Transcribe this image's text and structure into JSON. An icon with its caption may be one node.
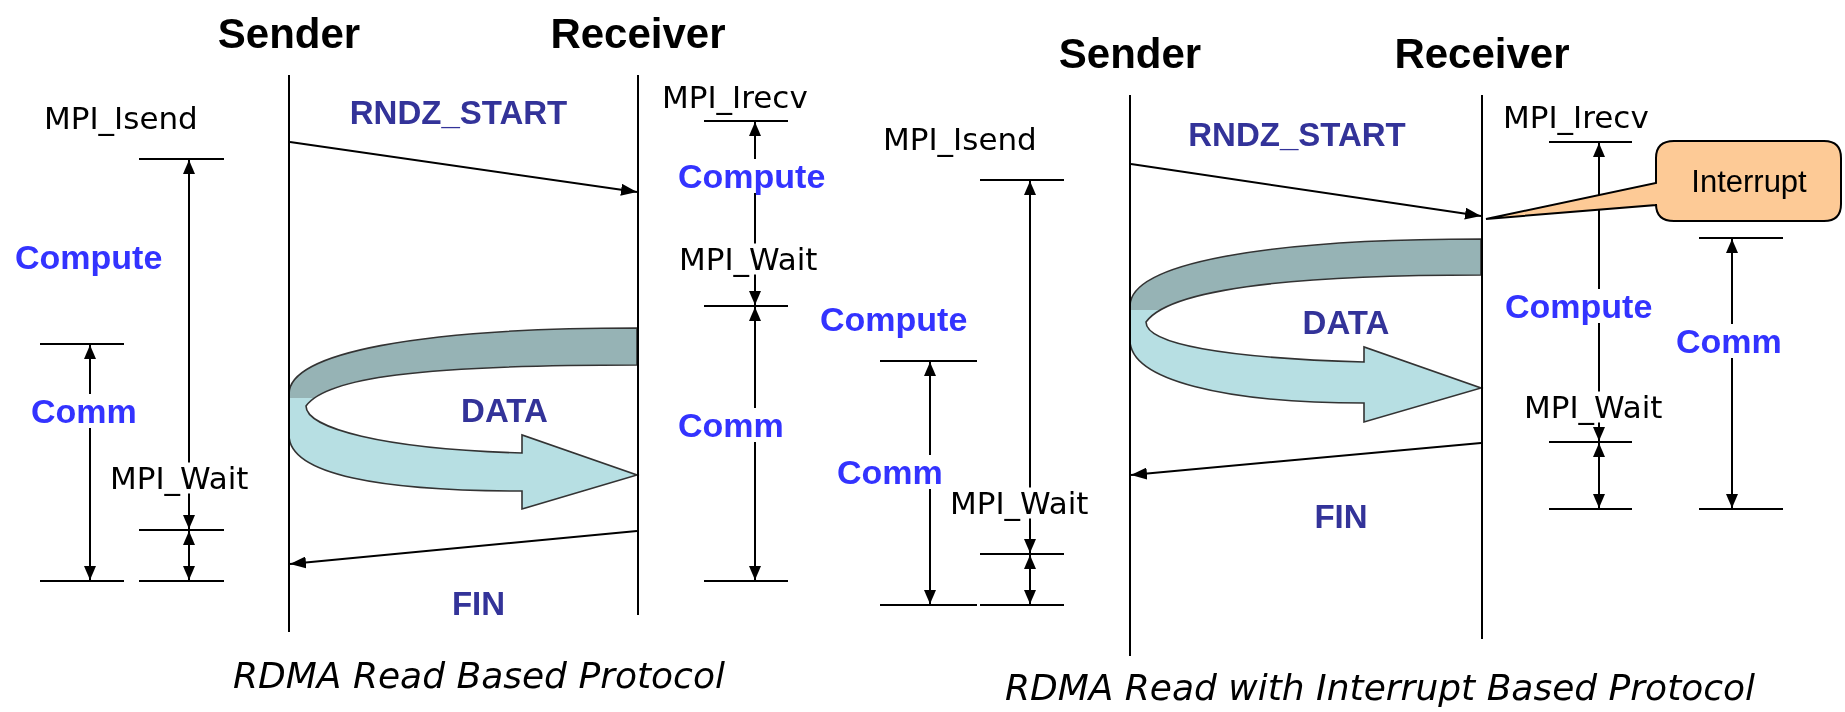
{
  "diagram": {
    "nodes": [
      {
        "text": [
          "Sender"
        ]
      },
      {
        "text": [
          "Receiver"
        ]
      },
      {
        "text": [
          "Sender"
        ]
      },
      {
        "text": [
          "Receiver"
        ]
      },
      {
        "text": [
          "Interrupt"
        ]
      }
    ],
    "edges": [
      {
        "from": 0,
        "to": 1,
        "arrow": "to",
        "label": "RNDZ_START"
      },
      {
        "from": 0,
        "to": 1,
        "arrow": "to",
        "label": "DATA",
        "style": "thick"
      },
      {
        "from": 1,
        "to": 0,
        "arrow": "to",
        "label": "FIN"
      },
      {
        "from": 2,
        "to": 3,
        "arrow": "to",
        "label": "RNDZ_START"
      },
      {
        "from": 2,
        "to": 3,
        "arrow": "to",
        "label": "DATA",
        "style": "thick"
      },
      {
        "from": 3,
        "to": 2,
        "arrow": "to",
        "label": "FIN"
      }
    ],
    "labels": [
      "MPI_Isend",
      "MPI_Irecv",
      "Compute",
      "Compute",
      "MPI_Wait",
      "Comm",
      "Comm",
      "MPI_Wait",
      "RDMA Read Based Protocol",
      "MPI_Irecv",
      "MPI_Isend",
      "Compute",
      "Compute",
      "Comm",
      "MPI_Wait",
      "Comm",
      "MPI_Wait",
      "RDMA Read with Interrupt Based Protocol"
    ]
  }
}
